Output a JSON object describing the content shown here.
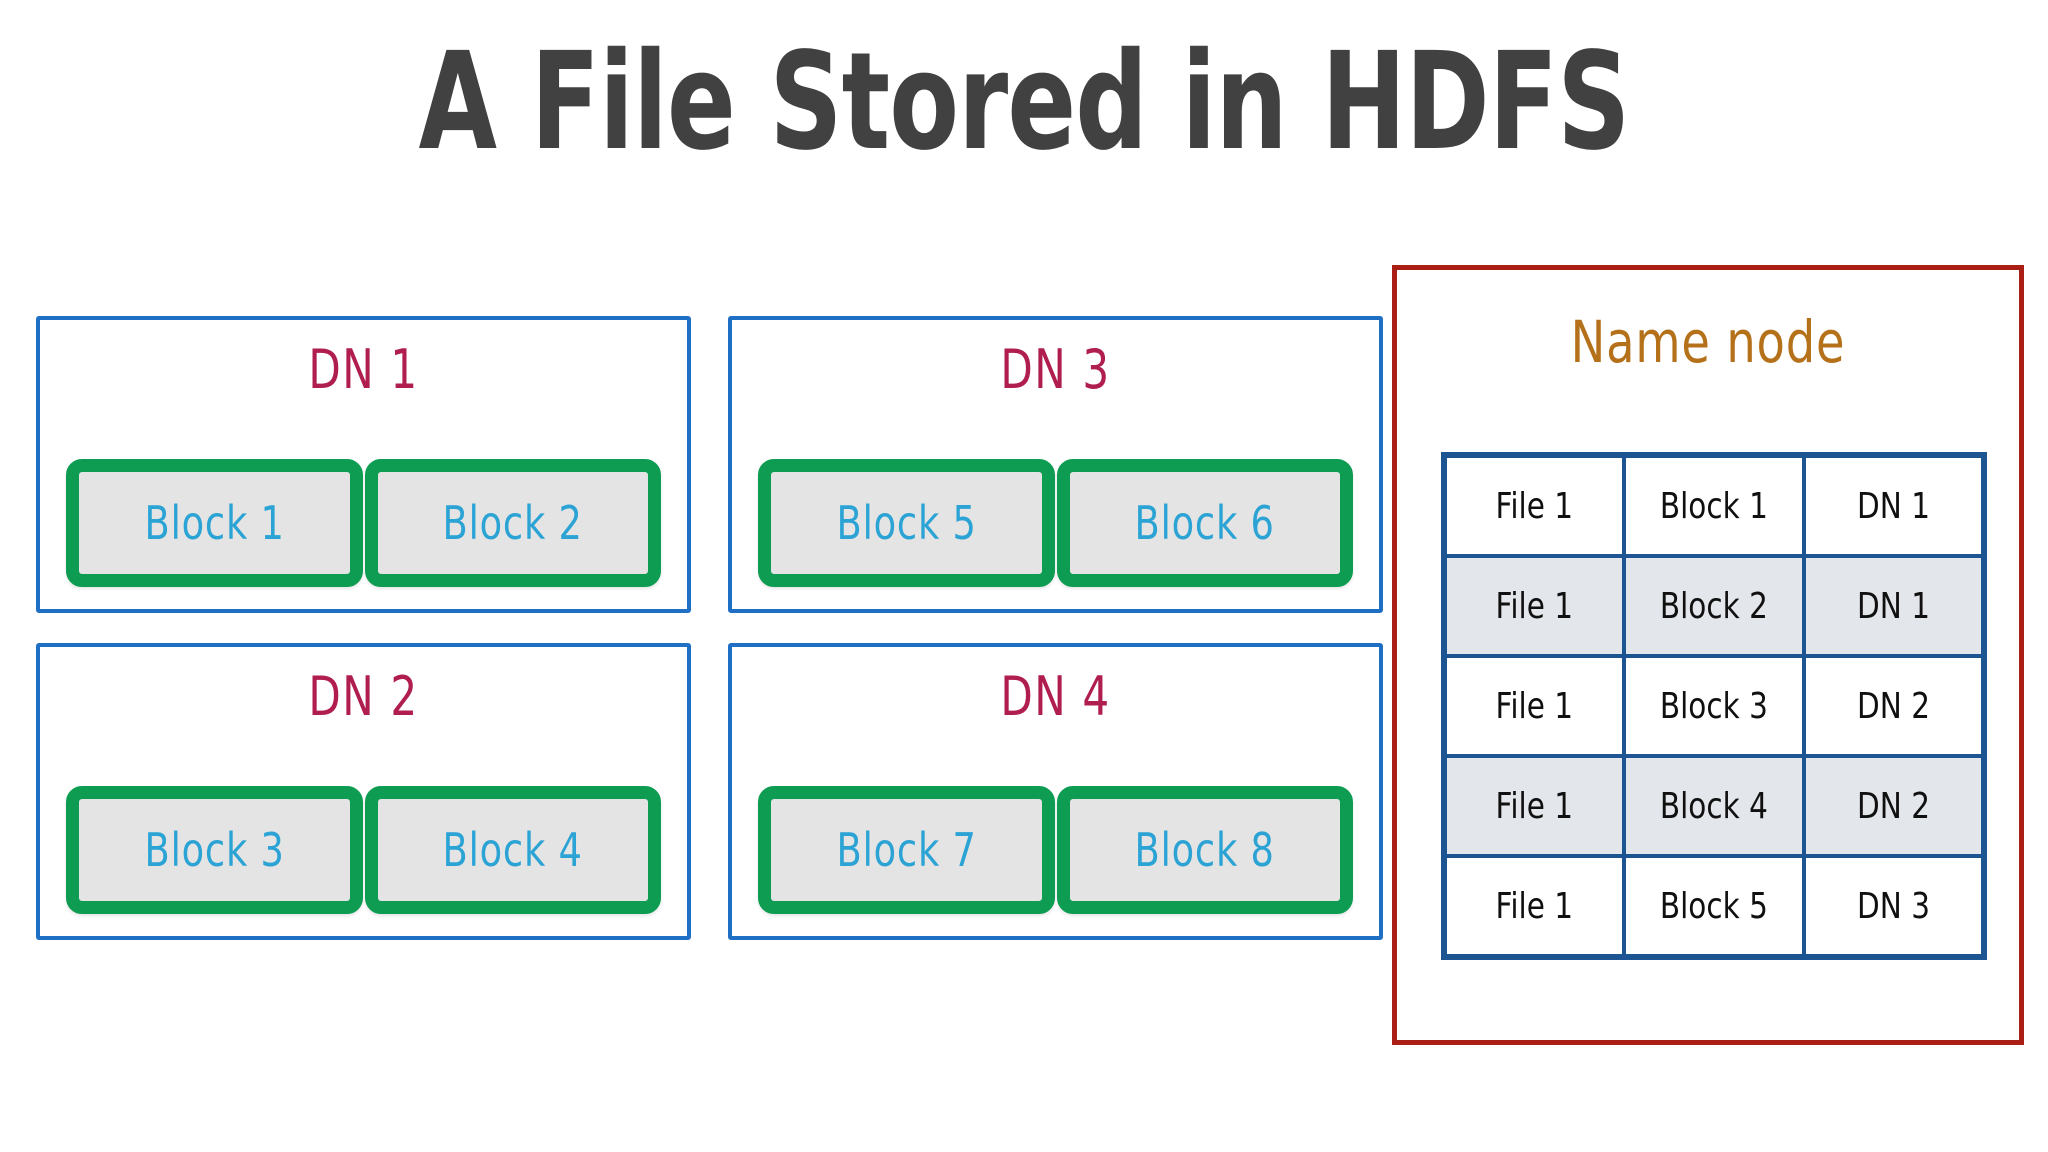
{
  "page": {
    "title": "A File Stored in HDFS",
    "background_color": "#ffffff"
  },
  "colors": {
    "title_text": "#414141",
    "datanode_border": "#1f6fc4",
    "datanode_label": "#b01d4f",
    "block_border": "#0e9c52",
    "block_fill": "#e4e4e4",
    "block_label": "#2ba3d4",
    "namenode_border": "#aa1e15",
    "namenode_title": "#b4711a",
    "table_border": "#1d5492",
    "table_alt_row": "#e3e6ea",
    "table_text": "#101010"
  },
  "datanodes": [
    {
      "label": "DN 1",
      "blocks": [
        {
          "label": "Block 1"
        },
        {
          "label": "Block 2"
        }
      ]
    },
    {
      "label": "DN 3",
      "blocks": [
        {
          "label": "Block 5"
        },
        {
          "label": "Block 6"
        }
      ]
    },
    {
      "label": "DN 2",
      "blocks": [
        {
          "label": "Block 3"
        },
        {
          "label": "Block 4"
        }
      ]
    },
    {
      "label": "DN 4",
      "blocks": [
        {
          "label": "Block 7"
        },
        {
          "label": "Block 8"
        }
      ]
    }
  ],
  "namenode": {
    "title": "Name node",
    "table": {
      "rows": [
        {
          "file": "File 1",
          "block": "Block 1",
          "datanode": "DN 1"
        },
        {
          "file": "File 1",
          "block": "Block 2",
          "datanode": "DN 1"
        },
        {
          "file": "File 1",
          "block": "Block 3",
          "datanode": "DN 2"
        },
        {
          "file": "File 1",
          "block": "Block 4",
          "datanode": "DN 2"
        },
        {
          "file": "File 1",
          "block": "Block 5",
          "datanode": "DN 3"
        }
      ]
    }
  }
}
